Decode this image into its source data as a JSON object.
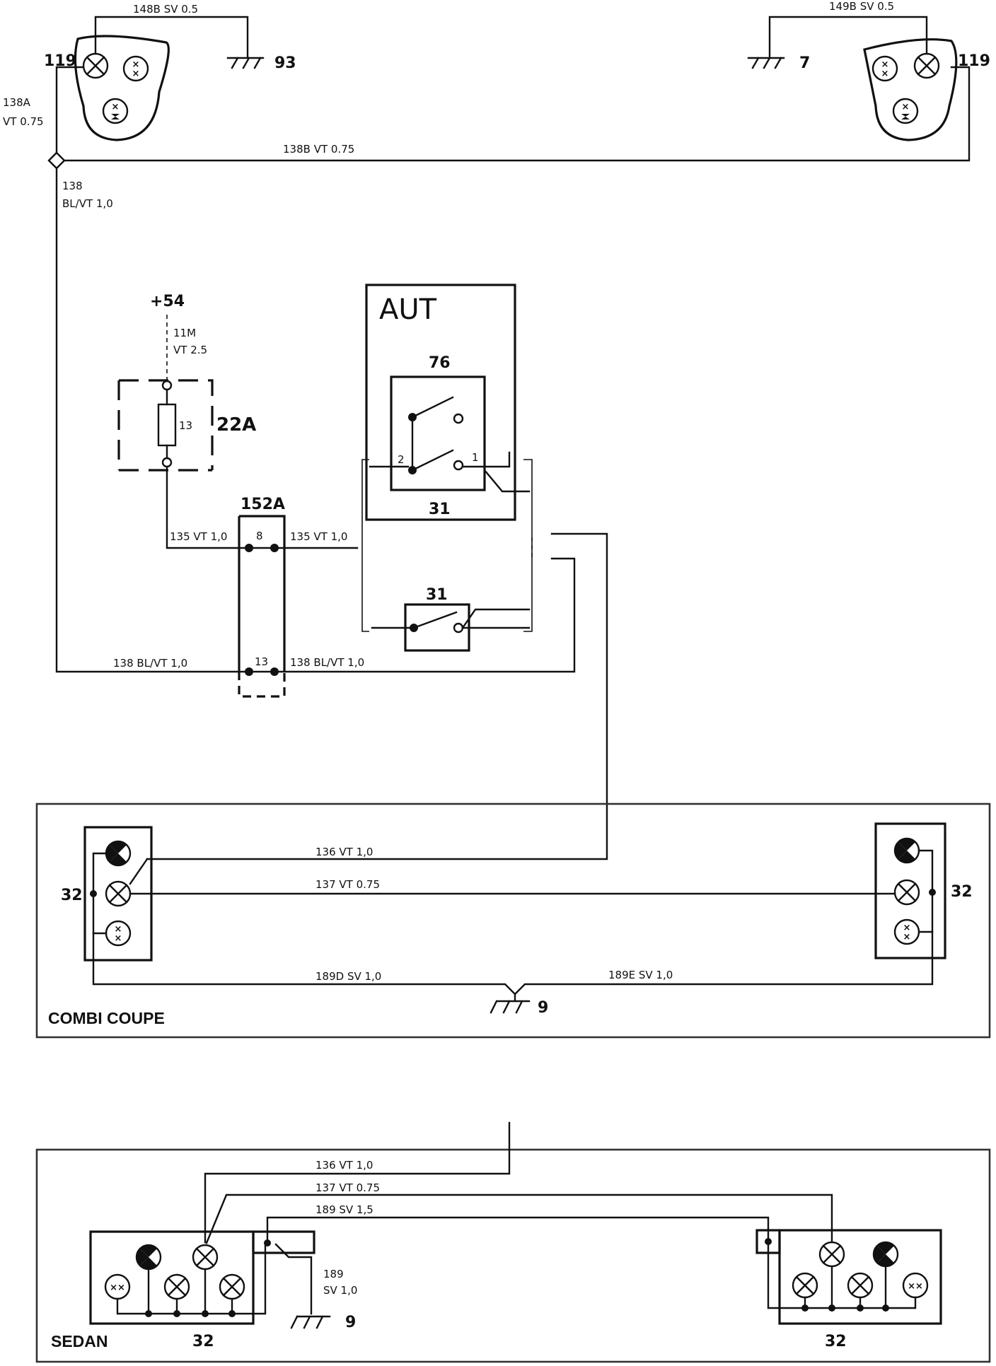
{
  "wires": {
    "w148b": "148B  SV  0.5",
    "w149b": "149B  SV  0.5",
    "w138a_1": "138A",
    "w138a_2": "VT  0.75",
    "w138b": "138B  VT  0.75",
    "w138_1": "138",
    "w138_2": "BL/VT  1,0",
    "w11m_1": "11M",
    "w11m_2": "VT  2.5",
    "w135_left": "135  VT 1,0",
    "w135_right": "135  VT 1,0",
    "w138_left": "138  BL/VT  1,0",
    "w138_right": "138  BL/VT  1,0",
    "w136_combi": "136  VT  1,0",
    "w137_combi": "137  VT  0.75",
    "w189d": "189D  SV  1,0",
    "w189e": "189E  SV 1,0",
    "w136_sedan": "136  VT  1,0",
    "w137_sedan": "137  VT  0.75",
    "w189_sedan": "189  SV  1,5",
    "w189_gnd_1": "189",
    "w189_gnd_2": "SV  1,0"
  },
  "components": {
    "lamp_119_left": "119",
    "lamp_119_right": "119",
    "ground_93": "93",
    "ground_7": "7",
    "supply": "+54",
    "fuse_box": "22A",
    "fuse_no": "13",
    "connector": "152A",
    "pin_8": "8",
    "pin_13": "13",
    "aut": "AUT",
    "switch_76": "76",
    "pin_2": "2",
    "pin_1": "1",
    "switch_31_a": "31",
    "switch_31_b": "31",
    "combi_lamp_left": "32",
    "combi_lamp_right": "32",
    "ground_9_combi": "9",
    "sedan_lamp_left": "32",
    "sedan_lamp_right": "32",
    "ground_9_sedan": "9"
  },
  "sections": {
    "combi": "COMBI COUPE",
    "sedan": "SEDAN"
  }
}
